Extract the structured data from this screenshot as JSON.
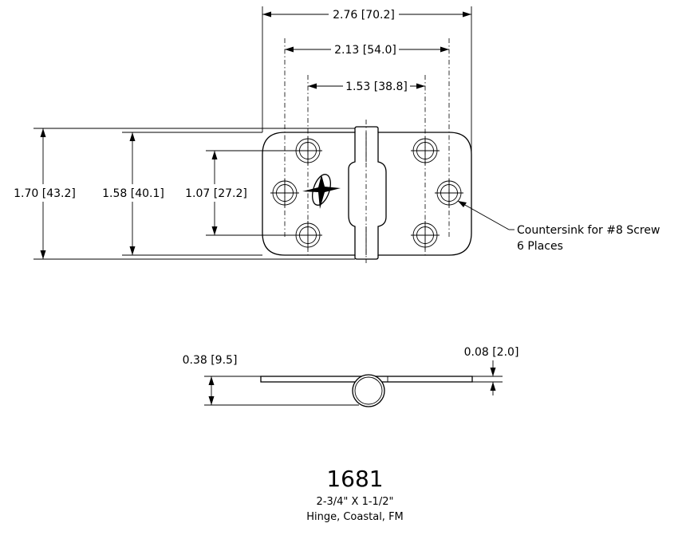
{
  "dimensions": {
    "overall_width": "2.76 [70.2]",
    "hole_span_outer": "2.13 [54.0]",
    "hole_span_inner": "1.53 [38.8]",
    "overall_height": "1.70 [43.2]",
    "leaf_height": "1.58 [40.1]",
    "hole_vertical_span": "1.07 [27.2]",
    "pin_diameter": "0.38 [9.5]",
    "leaf_thickness": "0.08 [2.0]"
  },
  "callout": {
    "line1": "Countersink for #8 Screw",
    "line2": "6 Places"
  },
  "caption": {
    "part_number": "1681",
    "size": "2-3/4\" X 1-1/2\"",
    "description": "Hinge, Coastal, FM"
  }
}
